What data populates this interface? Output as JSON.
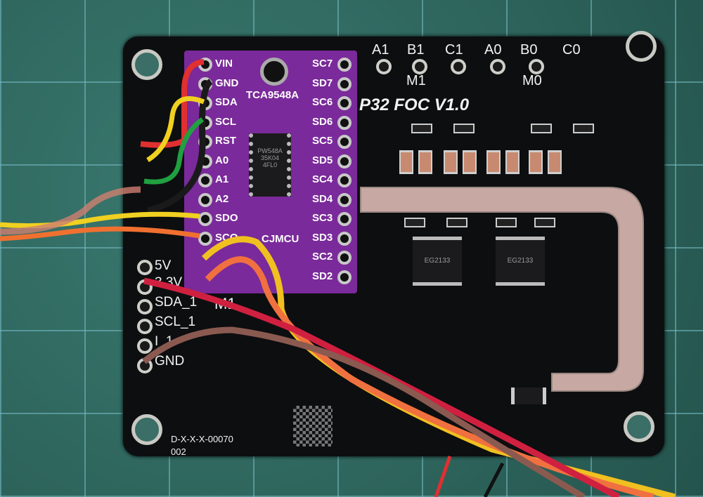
{
  "board": {
    "title": "P32 FOC V1.0",
    "motor_pins_top": [
      "A1",
      "B1",
      "C1",
      "A0",
      "B0",
      "C0"
    ],
    "motor_labels": [
      "M1",
      "M0"
    ],
    "left_header": [
      "5V",
      "3.3V",
      "SDA_1",
      "SCL_1",
      "I_1",
      "GND"
    ],
    "partial_label": "M1",
    "serial_line1": "D-X-X-X-00070",
    "serial_line2": "002",
    "driver_chips": [
      "EG2133",
      "EG2133"
    ]
  },
  "breakout": {
    "name": "TCA9548A",
    "brand": "CJMCU",
    "chip_marking": [
      "PW548A",
      "35K04",
      "4FL0"
    ],
    "left_pins": [
      "VIN",
      "GND",
      "SDA",
      "SCL",
      "RST",
      "A0",
      "A1",
      "A2",
      "SDO",
      "SCO"
    ],
    "right_pins": [
      "SC7",
      "SD7",
      "SC6",
      "SD6",
      "SC5",
      "SD5",
      "SC4",
      "SD4",
      "SC3",
      "SD3",
      "SC2",
      "SD2"
    ]
  }
}
